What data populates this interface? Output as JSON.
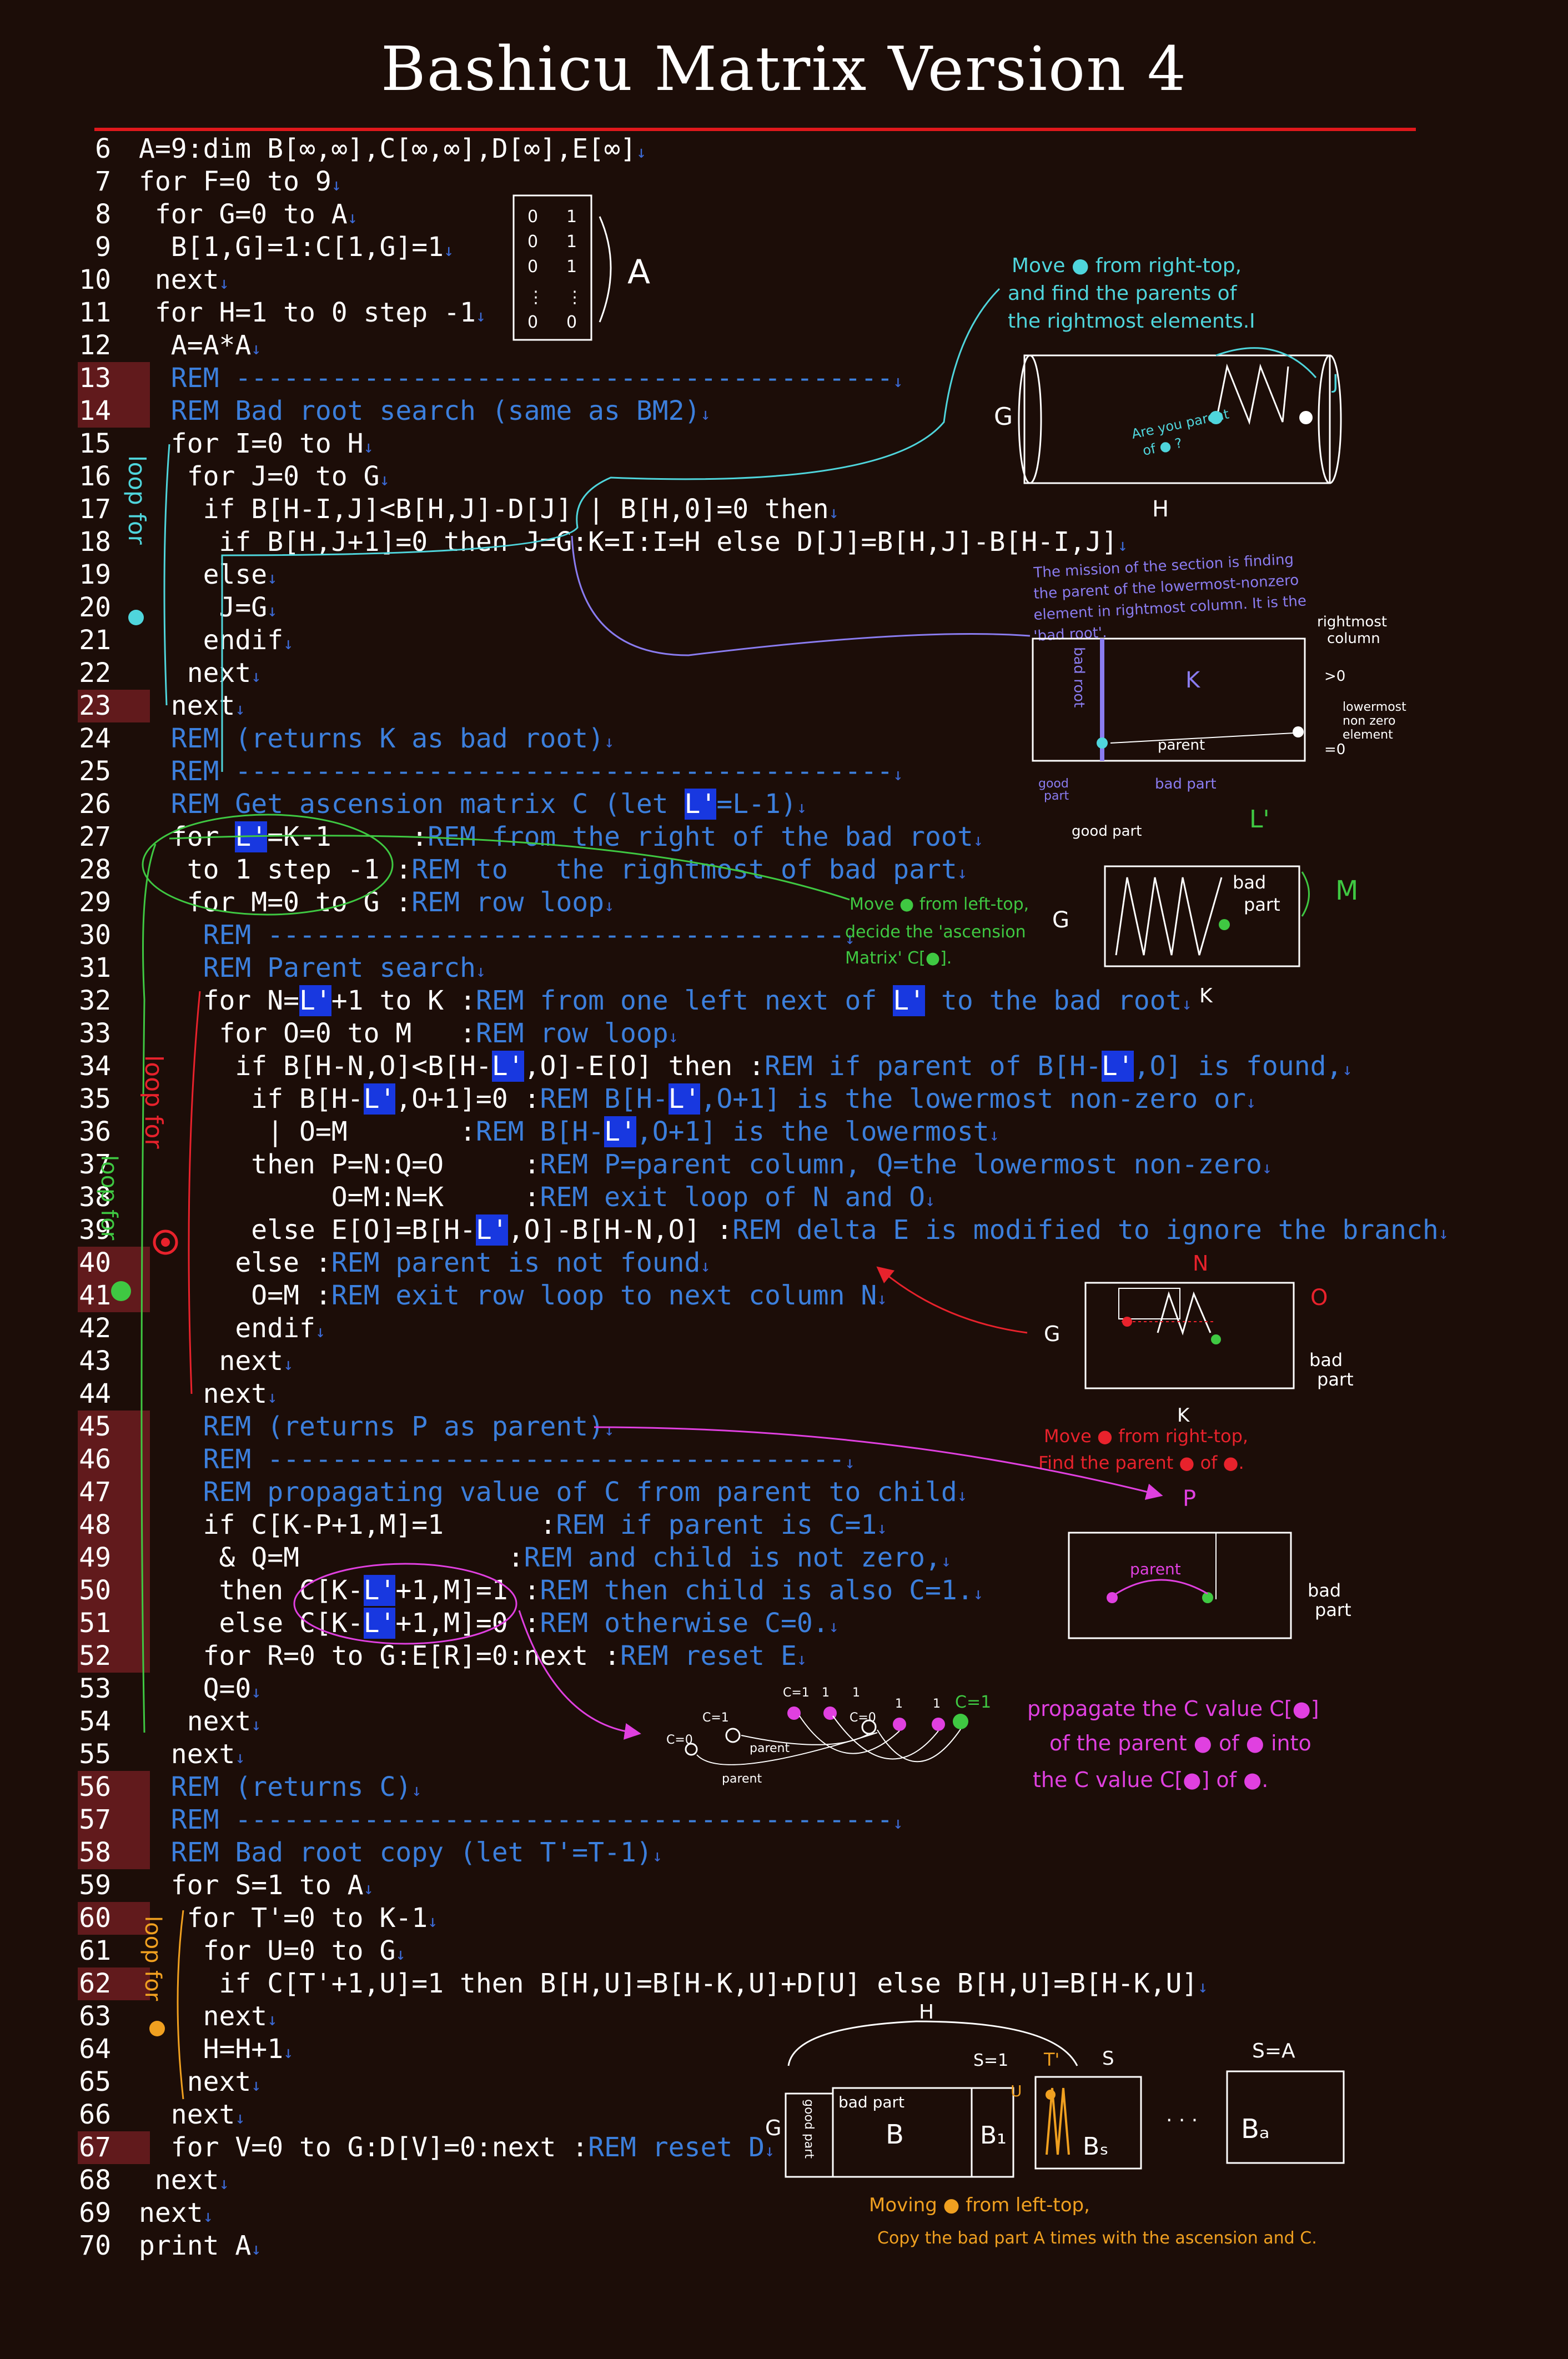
{
  "title": "Bashicu Matrix Version 4",
  "eol_mark": "↓",
  "colors": {
    "background": "#1c0d08",
    "code": "#ffffff",
    "comment": "#3c7fdc",
    "selection": "#1838e0",
    "highlight_gutter": "#611a1c",
    "title_rule": "#e0181c",
    "note_cyan": "#4fd5dc",
    "note_blue": "#8a7cf0",
    "note_green": "#3fc842",
    "note_red": "#e8222c",
    "note_magenta": "#e040e0",
    "note_orange": "#f0a020"
  },
  "lines": [
    {
      "n": "6",
      "hl": false,
      "segs": [
        {
          "t": "A=9:dim B[∞,∞],C[∞,∞],D[∞],E[∞]"
        }
      ]
    },
    {
      "n": "7",
      "hl": false,
      "segs": [
        {
          "t": "for F=0 to 9"
        }
      ]
    },
    {
      "n": "8",
      "hl": false,
      "segs": [
        {
          "t": " for G=0 to A"
        }
      ]
    },
    {
      "n": "9",
      "hl": false,
      "segs": [
        {
          "t": "  B[1,G]=1:C[1,G]=1"
        }
      ]
    },
    {
      "n": "10",
      "hl": false,
      "segs": [
        {
          "t": " next"
        }
      ]
    },
    {
      "n": "11",
      "hl": false,
      "segs": [
        {
          "t": " for H=1 to 0 step -1"
        }
      ]
    },
    {
      "n": "12",
      "hl": false,
      "segs": [
        {
          "t": "  A=A*A"
        }
      ]
    },
    {
      "n": "13",
      "hl": true,
      "segs": [
        {
          "t": "  "
        },
        {
          "t": "REM -----------------------------------------",
          "c": "c"
        }
      ]
    },
    {
      "n": "14",
      "hl": true,
      "segs": [
        {
          "t": "  "
        },
        {
          "t": "REM Bad root search (same as BM2)",
          "c": "c"
        }
      ]
    },
    {
      "n": "15",
      "hl": false,
      "segs": [
        {
          "t": "  for I=0 to H"
        }
      ]
    },
    {
      "n": "16",
      "hl": false,
      "segs": [
        {
          "t": "   for J=0 to G"
        }
      ]
    },
    {
      "n": "17",
      "hl": false,
      "segs": [
        {
          "t": "    if B[H-I,J]<B[H,J]-D[J] | B[H,0]=0 then"
        }
      ]
    },
    {
      "n": "18",
      "hl": false,
      "segs": [
        {
          "t": "     if B[H,J+1]=0 then J=G:K=I:I=H else D[J]=B[H,J]-B[H-I,J]"
        }
      ]
    },
    {
      "n": "19",
      "hl": false,
      "segs": [
        {
          "t": "    else"
        }
      ]
    },
    {
      "n": "20",
      "hl": false,
      "segs": [
        {
          "t": "     J=G"
        }
      ]
    },
    {
      "n": "21",
      "hl": false,
      "segs": [
        {
          "t": "    endif"
        }
      ]
    },
    {
      "n": "22",
      "hl": false,
      "segs": [
        {
          "t": "   next"
        }
      ]
    },
    {
      "n": "23",
      "hl": true,
      "segs": [
        {
          "t": "  next"
        }
      ]
    },
    {
      "n": "24",
      "hl": false,
      "segs": [
        {
          "t": "  "
        },
        {
          "t": "REM (returns K as bad root)",
          "c": "c"
        }
      ]
    },
    {
      "n": "25",
      "hl": false,
      "segs": [
        {
          "t": "  "
        },
        {
          "t": "REM -----------------------------------------",
          "c": "c"
        }
      ]
    },
    {
      "n": "26",
      "hl": false,
      "segs": [
        {
          "t": "  "
        },
        {
          "t": "REM Get ascension matrix C (let ",
          "c": "c"
        },
        {
          "t": "L'",
          "c": "hi"
        },
        {
          "t": "=L-1)",
          "c": "c"
        }
      ]
    },
    {
      "n": "27",
      "hl": false,
      "segs": [
        {
          "t": "  for "
        },
        {
          "t": "L'",
          "c": "hi"
        },
        {
          "t": "=K-1     :"
        },
        {
          "t": "REM from the right of the bad root",
          "c": "c"
        }
      ]
    },
    {
      "n": "28",
      "hl": false,
      "segs": [
        {
          "t": "   to 1 step -1 :"
        },
        {
          "t": "REM to   the rightmost of bad part",
          "c": "c"
        }
      ]
    },
    {
      "n": "29",
      "hl": false,
      "segs": [
        {
          "t": "   for M=0 to G :"
        },
        {
          "t": "REM row loop",
          "c": "c"
        }
      ]
    },
    {
      "n": "30",
      "hl": false,
      "segs": [
        {
          "t": "    "
        },
        {
          "t": "REM ------------------------------------",
          "c": "c"
        }
      ]
    },
    {
      "n": "31",
      "hl": false,
      "segs": [
        {
          "t": "    "
        },
        {
          "t": "REM Parent search",
          "c": "c"
        }
      ]
    },
    {
      "n": "32",
      "hl": false,
      "segs": [
        {
          "t": "    for N="
        },
        {
          "t": "L'",
          "c": "hi"
        },
        {
          "t": "+1 to K :"
        },
        {
          "t": "REM from one left next of ",
          "c": "c"
        },
        {
          "t": "L'",
          "c": "hi"
        },
        {
          "t": " to the bad root",
          "c": "c"
        }
      ]
    },
    {
      "n": "33",
      "hl": false,
      "segs": [
        {
          "t": "     for O=0 to M   :"
        },
        {
          "t": "REM row loop",
          "c": "c"
        }
      ]
    },
    {
      "n": "34",
      "hl": false,
      "segs": [
        {
          "t": "      if B[H-N,O]<B[H-"
        },
        {
          "t": "L'",
          "c": "hi"
        },
        {
          "t": ",O]-E[O] then :"
        },
        {
          "t": "REM if parent of B[H-",
          "c": "c"
        },
        {
          "t": "L'",
          "c": "hi"
        },
        {
          "t": ",O] is found,",
          "c": "c"
        }
      ]
    },
    {
      "n": "35",
      "hl": false,
      "segs": [
        {
          "t": "       if B[H-"
        },
        {
          "t": "L'",
          "c": "hi"
        },
        {
          "t": ",O+1]=0 :"
        },
        {
          "t": "REM B[H-",
          "c": "c"
        },
        {
          "t": "L'",
          "c": "hi"
        },
        {
          "t": ",O+1] is the lowermost non-zero or",
          "c": "c"
        }
      ]
    },
    {
      "n": "36",
      "hl": false,
      "segs": [
        {
          "t": "        | O=M       :"
        },
        {
          "t": "REM B[H-",
          "c": "c"
        },
        {
          "t": "L'",
          "c": "hi"
        },
        {
          "t": ",O+1] is the lowermost",
          "c": "c"
        }
      ]
    },
    {
      "n": "37",
      "hl": false,
      "segs": [
        {
          "t": "       then P=N:Q=O     :"
        },
        {
          "t": "REM P=parent column, Q=the lowermost non-zero",
          "c": "c"
        }
      ]
    },
    {
      "n": "38",
      "hl": false,
      "segs": [
        {
          "t": "            O=M:N=K     :"
        },
        {
          "t": "REM exit loop of N and O",
          "c": "c"
        }
      ]
    },
    {
      "n": "39",
      "hl": false,
      "segs": [
        {
          "t": "       else E[O]=B[H-"
        },
        {
          "t": "L'",
          "c": "hi"
        },
        {
          "t": ",O]-B[H-N,O] :"
        },
        {
          "t": "REM delta E is modified to ignore the branch",
          "c": "c"
        }
      ]
    },
    {
      "n": "40",
      "hl": true,
      "segs": [
        {
          "t": "      else :"
        },
        {
          "t": "REM parent is not found",
          "c": "c"
        }
      ]
    },
    {
      "n": "41",
      "hl": true,
      "segs": [
        {
          "t": "       O=M :"
        },
        {
          "t": "REM exit row loop to next column N",
          "c": "c"
        }
      ]
    },
    {
      "n": "42",
      "hl": false,
      "segs": [
        {
          "t": "      endif"
        }
      ]
    },
    {
      "n": "43",
      "hl": false,
      "segs": [
        {
          "t": "     next"
        }
      ]
    },
    {
      "n": "44",
      "hl": false,
      "segs": [
        {
          "t": "    next"
        }
      ]
    },
    {
      "n": "45",
      "hl": true,
      "segs": [
        {
          "t": "    "
        },
        {
          "t": "REM (returns P as parent)",
          "c": "c"
        }
      ]
    },
    {
      "n": "46",
      "hl": true,
      "segs": [
        {
          "t": "    "
        },
        {
          "t": "REM ------------------------------------",
          "c": "c"
        }
      ]
    },
    {
      "n": "47",
      "hl": true,
      "segs": [
        {
          "t": "    "
        },
        {
          "t": "REM propagating value of C from parent to child",
          "c": "c"
        }
      ]
    },
    {
      "n": "48",
      "hl": true,
      "segs": [
        {
          "t": "    if C[K-P+1,M]=1      :"
        },
        {
          "t": "REM if parent is C=1",
          "c": "c"
        }
      ]
    },
    {
      "n": "49",
      "hl": true,
      "segs": [
        {
          "t": "     & Q=M             :"
        },
        {
          "t": "REM and child is not zero,",
          "c": "c"
        }
      ]
    },
    {
      "n": "50",
      "hl": true,
      "segs": [
        {
          "t": "     then C[K-"
        },
        {
          "t": "L'",
          "c": "hi"
        },
        {
          "t": "+1,M]=1 :"
        },
        {
          "t": "REM then child is also C=1.",
          "c": "c"
        }
      ]
    },
    {
      "n": "51",
      "hl": true,
      "segs": [
        {
          "t": "     else C[K-"
        },
        {
          "t": "L'",
          "c": "hi"
        },
        {
          "t": "+1,M]=0 :"
        },
        {
          "t": "REM otherwise C=0.",
          "c": "c"
        }
      ]
    },
    {
      "n": "52",
      "hl": true,
      "segs": [
        {
          "t": "    for R=0 to G:E[R]=0:next :"
        },
        {
          "t": "REM reset E",
          "c": "c"
        }
      ]
    },
    {
      "n": "53",
      "hl": false,
      "segs": [
        {
          "t": "    Q=0"
        }
      ]
    },
    {
      "n": "54",
      "hl": false,
      "segs": [
        {
          "t": "   next"
        }
      ]
    },
    {
      "n": "55",
      "hl": false,
      "segs": [
        {
          "t": "  next"
        }
      ]
    },
    {
      "n": "56",
      "hl": true,
      "segs": [
        {
          "t": "  "
        },
        {
          "t": "REM (returns C)",
          "c": "c"
        }
      ]
    },
    {
      "n": "57",
      "hl": true,
      "segs": [
        {
          "t": "  "
        },
        {
          "t": "REM -----------------------------------------",
          "c": "c"
        }
      ]
    },
    {
      "n": "58",
      "hl": true,
      "segs": [
        {
          "t": "  "
        },
        {
          "t": "REM Bad root copy (let T'=T-1)",
          "c": "c"
        }
      ]
    },
    {
      "n": "59",
      "hl": false,
      "segs": [
        {
          "t": "  for S=1 to A"
        }
      ]
    },
    {
      "n": "60",
      "hl": true,
      "segs": [
        {
          "t": "   for T'=0 to K-1"
        }
      ]
    },
    {
      "n": "61",
      "hl": false,
      "segs": [
        {
          "t": "    for U=0 to G"
        }
      ]
    },
    {
      "n": "62",
      "hl": true,
      "segs": [
        {
          "t": "     if C[T'+1,U]=1 then B[H,U]=B[H-K,U]+D[U] else B[H,U]=B[H-K,U]"
        }
      ]
    },
    {
      "n": "63",
      "hl": false,
      "segs": [
        {
          "t": "    next"
        }
      ]
    },
    {
      "n": "64",
      "hl": false,
      "segs": [
        {
          "t": "    H=H+1"
        }
      ]
    },
    {
      "n": "65",
      "hl": false,
      "segs": [
        {
          "t": "   next"
        }
      ]
    },
    {
      "n": "66",
      "hl": false,
      "segs": [
        {
          "t": "  next"
        }
      ]
    },
    {
      "n": "67",
      "hl": true,
      "segs": [
        {
          "t": "  for V=0 to G:D[V]=0:next :"
        },
        {
          "t": "REM reset D",
          "c": "c"
        }
      ]
    },
    {
      "n": "68",
      "hl": false,
      "segs": [
        {
          "t": " next"
        }
      ]
    },
    {
      "n": "69",
      "hl": false,
      "segs": [
        {
          "t": "next"
        }
      ]
    },
    {
      "n": "70",
      "hl": false,
      "segs": [
        {
          "t": "print A"
        }
      ]
    }
  ],
  "annotations": {
    "init_matrix": {
      "values": [
        "0",
        "1",
        "0",
        "1",
        "0",
        "1",
        "⋮",
        "⋮",
        "0",
        "0"
      ],
      "label": "A"
    },
    "bad_root_note": {
      "lines": [
        "Move ● from right-top,",
        "and find the parents of",
        "the rightmost elements."
      ],
      "label_i": "I",
      "label_j": "J",
      "label_g": "G",
      "label_h": "H",
      "question": [
        "Are you parent",
        "of ● ?"
      ]
    },
    "loop_label_1": "loop for",
    "mission_note": {
      "lines": [
        "The mission of the section is finding",
        "the parent of the lowermost-nonzero",
        "element in rightmost column. It is the",
        "'bad root'."
      ],
      "label_rightmost": [
        "rightmost",
        "column"
      ],
      "label_gt0": ">0",
      "label_eq0": "=0",
      "label_lowermost": [
        "lowermost",
        "non zero",
        "element"
      ],
      "label_k": "K",
      "label_badroot": "bad root",
      "label_parent": "parent",
      "label_good": [
        "good",
        "part"
      ],
      "label_badpart": "bad part"
    },
    "ascension_note": {
      "label_goodpart": "good part",
      "label_l": "L'",
      "label_badpart": [
        "bad",
        "part"
      ],
      "label_m": "M",
      "label_g": "G",
      "label_k": "K",
      "lines": [
        "Move ● from left-top,",
        "decide the 'ascension",
        "Matrix' C[●]."
      ]
    },
    "loop_label_2": "loop for",
    "loop_label_3": "loop for",
    "parent_note": {
      "label_n": "N",
      "label_o": "O",
      "label_g": "G",
      "label_k": "K",
      "label_badpart": [
        "bad",
        "part"
      ],
      "lines": [
        "Move ● from right-top,",
        "Find the parent ● of ●."
      ]
    },
    "propagate_note": {
      "label_p": "P",
      "label_parent": "parent",
      "label_badpart": [
        "bad",
        "part"
      ],
      "lines": [
        "propagate the C value C[●]",
        "of the parent ● of ● into",
        "the C value C[●] of ●."
      ],
      "chain_values": [
        "C=0",
        "C=1",
        "C=1",
        "1",
        "1",
        "C=0",
        "1",
        "1",
        "C=1"
      ],
      "chain_parent_1": "parent",
      "chain_parent_2": "parent"
    },
    "loop_label_4": "loop for",
    "copy_note": {
      "label_h": "H",
      "label_s1": "S=1",
      "label_t": "T'",
      "label_s": "S",
      "label_sa": "S=A",
      "label_u": "U",
      "label_g": "G",
      "label_goodpart": "good part",
      "label_badpart": "bad part",
      "label_b": "B",
      "label_b1": "B₁",
      "label_bs": "Bₛ",
      "label_ba": "Bₐ",
      "label_dots": "· · ·",
      "lines": [
        "Moving ● from left-top,",
        "Copy the bad part A times with the ascension and C."
      ]
    }
  }
}
